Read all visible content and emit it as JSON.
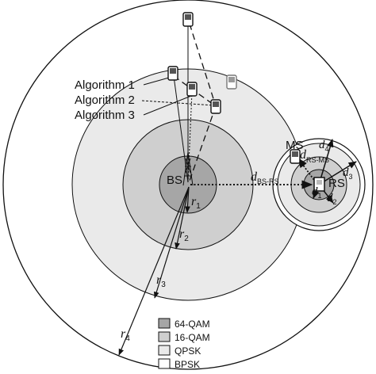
{
  "algorithms": [
    "Algorithm 1",
    "Algorithm 2",
    "Algorithm 3"
  ],
  "nodes": {
    "bs": "BS",
    "rs": "RS",
    "ms": "MS"
  },
  "radii": {
    "r1": {
      "base": "r",
      "sub": "1"
    },
    "r2": {
      "base": "r",
      "sub": "2"
    },
    "r3": {
      "base": "r",
      "sub": "3"
    },
    "r4": {
      "base": "r",
      "sub": "4"
    }
  },
  "distances": {
    "d_bs_rs": {
      "base": "d",
      "sub": "BS-RS"
    },
    "d_rs_ms": {
      "base": "d",
      "sub": "RS-MS"
    },
    "d1": {
      "base": "d",
      "sub": "1"
    },
    "d2": {
      "base": "d",
      "sub": "2"
    },
    "d3": {
      "base": "d",
      "sub": "3"
    },
    "d4": {
      "base": "d",
      "sub": "4"
    }
  },
  "legend": [
    {
      "label": "64-QAM",
      "color": "#a6a6a6"
    },
    {
      "label": "16-QAM",
      "color": "#cfcfcf"
    },
    {
      "label": "QPSK",
      "color": "#eaeaea"
    },
    {
      "label": "BPSK",
      "color": "#ffffff"
    }
  ],
  "colors": {
    "ring_64qam": "#a6a6a6",
    "ring_16qam": "#cfcfcf",
    "ring_qpsk": "#eaeaea",
    "ring_bpsk": "#ffffff",
    "stroke": "#111111"
  }
}
